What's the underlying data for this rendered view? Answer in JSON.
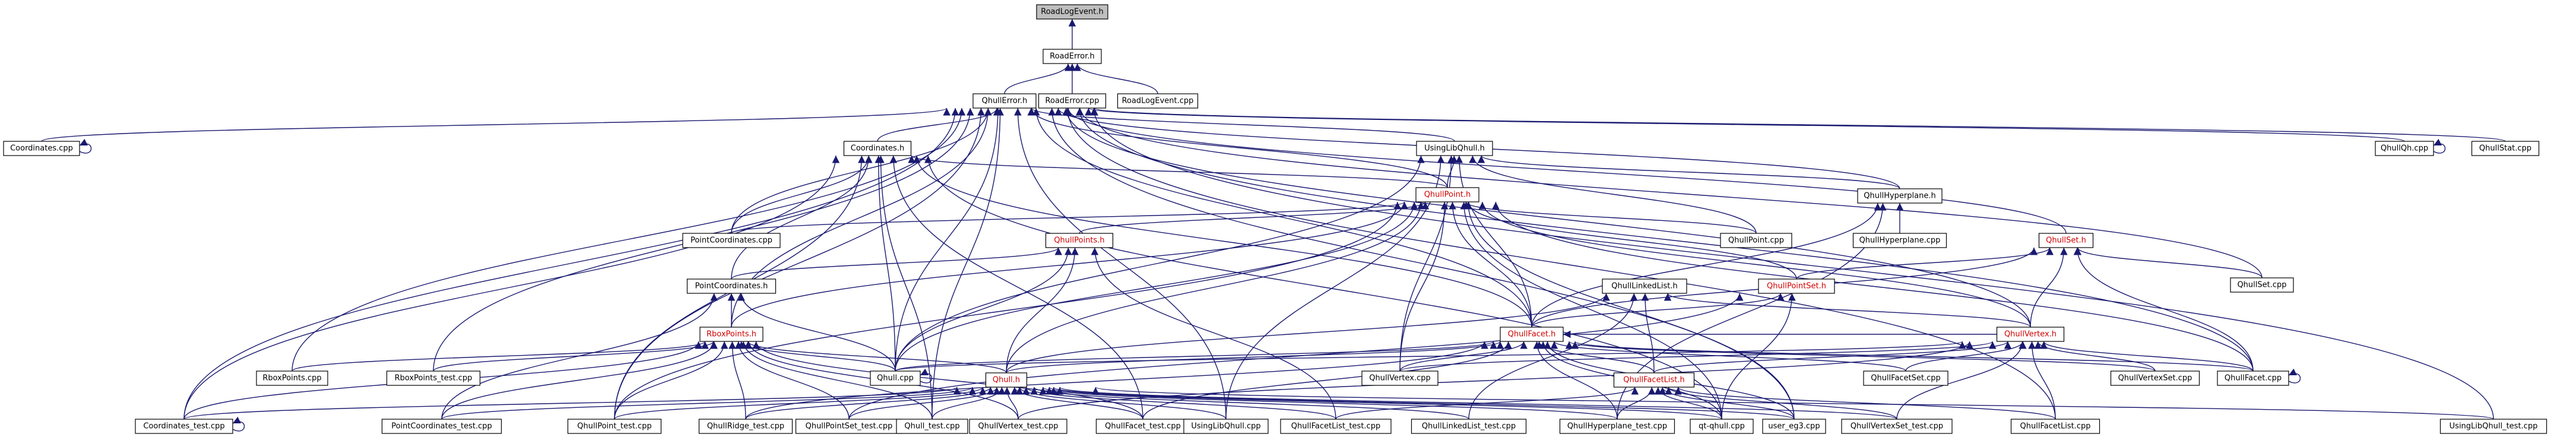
{
  "nodes": [
    {
      "id": "RoadLogEvent.h",
      "label": "RoadLogEvent.h",
      "kind": "root"
    },
    {
      "id": "RoadError.h",
      "label": "RoadError.h",
      "kind": "normal"
    },
    {
      "id": "QhullError.h",
      "label": "QhullError.h",
      "kind": "normal"
    },
    {
      "id": "RoadError.cpp",
      "label": "RoadError.cpp",
      "kind": "normal"
    },
    {
      "id": "RoadLogEvent.cpp",
      "label": "RoadLogEvent.cpp",
      "kind": "normal"
    },
    {
      "id": "Coordinates.cpp",
      "label": "Coordinates.cpp",
      "kind": "normal"
    },
    {
      "id": "Coordinates.h",
      "label": "Coordinates.h",
      "kind": "normal"
    },
    {
      "id": "UsingLibQhull.h",
      "label": "UsingLibQhull.h",
      "kind": "normal"
    },
    {
      "id": "QhullQh.cpp",
      "label": "QhullQh.cpp",
      "kind": "normal"
    },
    {
      "id": "QhullStat.cpp",
      "label": "QhullStat.cpp",
      "kind": "normal"
    },
    {
      "id": "QhullPoint.h",
      "label": "QhullPoint.h",
      "kind": "red"
    },
    {
      "id": "QhullHyperplane.h",
      "label": "QhullHyperplane.h",
      "kind": "normal"
    },
    {
      "id": "PointCoordinates.cpp",
      "label": "PointCoordinates.cpp",
      "kind": "normal"
    },
    {
      "id": "QhullPoints.h",
      "label": "QhullPoints.h",
      "kind": "red"
    },
    {
      "id": "QhullPoint.cpp",
      "label": "QhullPoint.cpp",
      "kind": "normal"
    },
    {
      "id": "QhullHyperplane.cpp",
      "label": "QhullHyperplane.cpp",
      "kind": "normal"
    },
    {
      "id": "QhullSet.h",
      "label": "QhullSet.h",
      "kind": "red"
    },
    {
      "id": "QhullSet.cpp",
      "label": "QhullSet.cpp",
      "kind": "normal"
    },
    {
      "id": "PointCoordinates.h",
      "label": "PointCoordinates.h",
      "kind": "normal"
    },
    {
      "id": "QhullLinkedList.h",
      "label": "QhullLinkedList.h",
      "kind": "normal"
    },
    {
      "id": "QhullPointSet.h",
      "label": "QhullPointSet.h",
      "kind": "red"
    },
    {
      "id": "RboxPoints.h",
      "label": "RboxPoints.h",
      "kind": "red"
    },
    {
      "id": "QhullFacet.h",
      "label": "QhullFacet.h",
      "kind": "red"
    },
    {
      "id": "QhullVertex.h",
      "label": "QhullVertex.h",
      "kind": "red"
    },
    {
      "id": "RboxPoints.cpp",
      "label": "RboxPoints.cpp",
      "kind": "normal"
    },
    {
      "id": "RboxPoints_test.cpp",
      "label": "RboxPoints_test.cpp",
      "kind": "normal"
    },
    {
      "id": "Qhull.cpp",
      "label": "Qhull.cpp",
      "kind": "normal"
    },
    {
      "id": "QhullVertex.cpp",
      "label": "QhullVertex.cpp",
      "kind": "normal"
    },
    {
      "id": "QhullFacetSet.cpp",
      "label": "QhullFacetSet.cpp",
      "kind": "normal"
    },
    {
      "id": "QhullVertexSet.cpp",
      "label": "QhullVertexSet.cpp",
      "kind": "normal"
    },
    {
      "id": "QhullFacet.cpp",
      "label": "QhullFacet.cpp",
      "kind": "normal"
    },
    {
      "id": "Qhull.h",
      "label": "Qhull.h",
      "kind": "red"
    },
    {
      "id": "QhullFacetList.h",
      "label": "QhullFacetList.h",
      "kind": "red"
    },
    {
      "id": "Coordinates_test.cpp",
      "label": "Coordinates_test.cpp",
      "kind": "normal"
    },
    {
      "id": "PointCoordinates_test.cpp",
      "label": "PointCoordinates_test.cpp",
      "kind": "normal"
    },
    {
      "id": "QhullPoint_test.cpp",
      "label": "QhullPoint_test.cpp",
      "kind": "normal"
    },
    {
      "id": "QhullRidge_test.cpp",
      "label": "QhullRidge_test.cpp",
      "kind": "normal"
    },
    {
      "id": "QhullPointSet_test.cpp",
      "label": "QhullPointSet_test.cpp",
      "kind": "normal"
    },
    {
      "id": "Qhull_test.cpp",
      "label": "Qhull_test.cpp",
      "kind": "normal"
    },
    {
      "id": "QhullVertex_test.cpp",
      "label": "QhullVertex_test.cpp",
      "kind": "normal"
    },
    {
      "id": "QhullFacet_test.cpp",
      "label": "QhullFacet_test.cpp",
      "kind": "normal"
    },
    {
      "id": "UsingLibQhull.cpp",
      "label": "UsingLibQhull.cpp",
      "kind": "normal"
    },
    {
      "id": "QhullFacetList_test.cpp",
      "label": "QhullFacetList_test.cpp",
      "kind": "normal"
    },
    {
      "id": "QhullLinkedList_test.cpp",
      "label": "QhullLinkedList_test.cpp",
      "kind": "normal"
    },
    {
      "id": "QhullHyperplane_test.cpp",
      "label": "QhullHyperplane_test.cpp",
      "kind": "normal"
    },
    {
      "id": "qt-qhull.cpp",
      "label": "qt-qhull.cpp",
      "kind": "normal"
    },
    {
      "id": "user_eg3.cpp",
      "label": "user_eg3.cpp",
      "kind": "normal"
    },
    {
      "id": "QhullVertexSet_test.cpp",
      "label": "QhullVertexSet_test.cpp",
      "kind": "normal"
    },
    {
      "id": "QhullFacetList.cpp",
      "label": "QhullFacetList.cpp",
      "kind": "normal"
    },
    {
      "id": "UsingLibQhull_test.cpp",
      "label": "UsingLibQhull_test.cpp",
      "kind": "normal"
    }
  ],
  "edges": [
    [
      "RoadLogEvent.h",
      "RoadError.h"
    ],
    [
      "RoadError.h",
      "QhullError.h"
    ],
    [
      "RoadError.h",
      "RoadError.cpp"
    ],
    [
      "RoadError.h",
      "RoadLogEvent.cpp"
    ],
    [
      "QhullError.h",
      "Coordinates.cpp"
    ],
    [
      "QhullError.h",
      "Coordinates.h"
    ],
    [
      "QhullError.h",
      "UsingLibQhull.h"
    ],
    [
      "QhullError.h",
      "QhullQh.cpp"
    ],
    [
      "QhullError.h",
      "QhullStat.cpp"
    ],
    [
      "QhullError.h",
      "QhullPoint.h"
    ],
    [
      "QhullError.h",
      "QhullHyperplane.h"
    ],
    [
      "QhullError.h",
      "PointCoordinates.cpp"
    ],
    [
      "QhullError.h",
      "QhullSet.h"
    ],
    [
      "QhullError.h",
      "QhullSet.cpp"
    ],
    [
      "QhullError.h",
      "RboxPoints.h"
    ],
    [
      "QhullError.h",
      "RboxPoints.cpp"
    ],
    [
      "QhullError.h",
      "RboxPoints_test.cpp"
    ],
    [
      "QhullError.h",
      "Qhull.cpp"
    ],
    [
      "QhullError.h",
      "QhullFacet.cpp"
    ],
    [
      "QhullError.h",
      "QhullFacet.h"
    ],
    [
      "QhullError.h",
      "QhullVertex.h"
    ],
    [
      "QhullError.h",
      "Coordinates_test.cpp"
    ],
    [
      "QhullError.h",
      "QhullPoint_test.cpp"
    ],
    [
      "QhullError.h",
      "Qhull_test.cpp"
    ],
    [
      "QhullError.h",
      "UsingLibQhull.cpp"
    ],
    [
      "QhullError.h",
      "QhullFacetList.cpp"
    ],
    [
      "QhullError.h",
      "UsingLibQhull_test.cpp"
    ],
    [
      "QhullError.h",
      "user_eg3.cpp"
    ],
    [
      "Coordinates.cpp",
      "Coordinates.cpp"
    ],
    [
      "QhullQh.cpp",
      "QhullQh.cpp"
    ],
    [
      "Coordinates.h",
      "PointCoordinates.h"
    ],
    [
      "Coordinates.h",
      "PointCoordinates.cpp"
    ],
    [
      "Coordinates.h",
      "QhullPoint.h"
    ],
    [
      "Coordinates.h",
      "QhullFacet.h"
    ],
    [
      "Coordinates.h",
      "Qhull.cpp"
    ],
    [
      "Coordinates.h",
      "Coordinates_test.cpp"
    ],
    [
      "Coordinates.h",
      "QhullPoint_test.cpp"
    ],
    [
      "Coordinates.h",
      "QhullFacet_test.cpp"
    ],
    [
      "Coordinates.h",
      "Qhull_test.cpp"
    ],
    [
      "Coordinates.h",
      "qt-qhull.cpp"
    ],
    [
      "UsingLibQhull.h",
      "QhullPoint.h"
    ],
    [
      "UsingLibQhull.h",
      "QhullHyperplane.h"
    ],
    [
      "UsingLibQhull.h",
      "QhullVertex.cpp"
    ],
    [
      "UsingLibQhull.h",
      "Qhull.cpp"
    ],
    [
      "UsingLibQhull.h",
      "QhullPoint.cpp"
    ],
    [
      "UsingLibQhull.h",
      "UsingLibQhull.cpp"
    ],
    [
      "UsingLibQhull.h",
      "QhullFacet.h"
    ],
    [
      "QhullPoint.h",
      "PointCoordinates.cpp"
    ],
    [
      "QhullPoint.h",
      "QhullPoints.h"
    ],
    [
      "QhullPoint.h",
      "QhullPoint.cpp"
    ],
    [
      "QhullPoint.h",
      "QhullPointSet.h"
    ],
    [
      "QhullPoint.h",
      "QhullFacet.h"
    ],
    [
      "QhullPoint.h",
      "QhullVertex.h"
    ],
    [
      "QhullPoint.h",
      "RboxPoints.h"
    ],
    [
      "QhullPoint.h",
      "QhullVertex.cpp"
    ],
    [
      "QhullPoint.h",
      "Qhull.cpp"
    ],
    [
      "QhullPoint.h",
      "Qhull.h"
    ],
    [
      "QhullPoint.h",
      "QhullFacet.cpp"
    ],
    [
      "QhullPoint.h",
      "QhullPoint_test.cpp"
    ],
    [
      "QhullPoint.h",
      "qt-qhull.cpp"
    ],
    [
      "QhullPoint.h",
      "user_eg3.cpp"
    ],
    [
      "QhullHyperplane.h",
      "QhullHyperplane.cpp"
    ],
    [
      "QhullHyperplane.h",
      "QhullFacet.h"
    ],
    [
      "QhullHyperplane.h",
      "QhullHyperplane_test.cpp"
    ],
    [
      "QhullPoints.h",
      "PointCoordinates.h"
    ],
    [
      "QhullPoints.h",
      "Qhull.cpp"
    ],
    [
      "QhullPoints.h",
      "Qhull.h"
    ],
    [
      "QhullPoints.h",
      "QhullFacetList_test.cpp"
    ],
    [
      "QhullSet.h",
      "QhullPointSet.h"
    ],
    [
      "QhullSet.h",
      "QhullSet.cpp"
    ],
    [
      "QhullSet.h",
      "QhullFacet.h"
    ],
    [
      "QhullSet.h",
      "QhullVertex.h"
    ],
    [
      "QhullSet.h",
      "QhullFacet.cpp"
    ],
    [
      "PointCoordinates.h",
      "RboxPoints.h"
    ],
    [
      "PointCoordinates.h",
      "Qhull.cpp"
    ],
    [
      "PointCoordinates.h",
      "PointCoordinates_test.cpp"
    ],
    [
      "QhullLinkedList.h",
      "QhullFacetList.h"
    ],
    [
      "QhullLinkedList.h",
      "QhullVertex.h"
    ],
    [
      "QhullLinkedList.h",
      "Qhull.h"
    ],
    [
      "QhullLinkedList.h",
      "QhullLinkedList_test.cpp"
    ],
    [
      "QhullPointSet.h",
      "QhullFacet.h"
    ],
    [
      "QhullPointSet.h",
      "qt-qhull.cpp"
    ],
    [
      "QhullPointSet.h",
      "QhullPointSet_test.cpp"
    ],
    [
      "RboxPoints.h",
      "RboxPoints.cpp"
    ],
    [
      "RboxPoints.h",
      "RboxPoints_test.cpp"
    ],
    [
      "RboxPoints.h",
      "Qhull.cpp"
    ],
    [
      "RboxPoints.h",
      "Qhull.h"
    ],
    [
      "RboxPoints.h",
      "Coordinates_test.cpp"
    ],
    [
      "RboxPoints.h",
      "PointCoordinates_test.cpp"
    ],
    [
      "RboxPoints.h",
      "QhullPoint_test.cpp"
    ],
    [
      "RboxPoints.h",
      "QhullRidge_test.cpp"
    ],
    [
      "RboxPoints.h",
      "QhullPointSet_test.cpp"
    ],
    [
      "RboxPoints.h",
      "Qhull_test.cpp"
    ],
    [
      "RboxPoints.h",
      "QhullVertex_test.cpp"
    ],
    [
      "RboxPoints.h",
      "QhullFacet_test.cpp"
    ],
    [
      "QhullFacet.h",
      "Qhull.cpp"
    ],
    [
      "QhullFacet.h",
      "QhullVertex.cpp"
    ],
    [
      "QhullFacet.h",
      "QhullFacetSet.cpp"
    ],
    [
      "QhullFacet.h",
      "QhullVertexSet.cpp"
    ],
    [
      "QhullFacet.h",
      "QhullFacet.cpp"
    ],
    [
      "QhullFacet.h",
      "Qhull.h"
    ],
    [
      "QhullFacet.h",
      "QhullFacetList.h"
    ],
    [
      "QhullFacet.h",
      "QhullVertex.h"
    ],
    [
      "QhullFacet.h",
      "QhullRidge_test.cpp"
    ],
    [
      "QhullFacet.h",
      "QhullFacet_test.cpp"
    ],
    [
      "QhullFacet.h",
      "QhullHyperplane_test.cpp"
    ],
    [
      "QhullFacet.h",
      "qt-qhull.cpp"
    ],
    [
      "QhullFacet.h",
      "user_eg3.cpp"
    ],
    [
      "QhullVertex.h",
      "Qhull.cpp"
    ],
    [
      "QhullVertex.h",
      "QhullVertex.cpp"
    ],
    [
      "QhullVertex.h",
      "QhullFacetSet.cpp"
    ],
    [
      "QhullVertex.h",
      "QhullVertexSet.cpp"
    ],
    [
      "QhullVertex.h",
      "QhullFacet.cpp"
    ],
    [
      "QhullVertex.h",
      "QhullFacetList.h"
    ],
    [
      "QhullVertex.h",
      "QhullVertex_test.cpp"
    ],
    [
      "QhullVertex.h",
      "QhullVertexSet_test.cpp"
    ],
    [
      "QhullVertex.h",
      "QhullFacetList.cpp"
    ],
    [
      "Qhull.cpp",
      "Qhull.cpp"
    ],
    [
      "QhullFacet.cpp",
      "QhullFacet.cpp"
    ],
    [
      "Qhull.h",
      "Coordinates_test.cpp"
    ],
    [
      "Qhull.h",
      "PointCoordinates_test.cpp"
    ],
    [
      "Qhull.h",
      "QhullPoint_test.cpp"
    ],
    [
      "Qhull.h",
      "QhullRidge_test.cpp"
    ],
    [
      "Qhull.h",
      "QhullPointSet_test.cpp"
    ],
    [
      "Qhull.h",
      "Qhull_test.cpp"
    ],
    [
      "Qhull.h",
      "QhullVertex_test.cpp"
    ],
    [
      "Qhull.h",
      "QhullFacet_test.cpp"
    ],
    [
      "Qhull.h",
      "UsingLibQhull.cpp"
    ],
    [
      "Qhull.h",
      "QhullFacetList_test.cpp"
    ],
    [
      "Qhull.h",
      "QhullLinkedList_test.cpp"
    ],
    [
      "Qhull.h",
      "QhullHyperplane_test.cpp"
    ],
    [
      "Qhull.h",
      "qt-qhull.cpp"
    ],
    [
      "Qhull.h",
      "user_eg3.cpp"
    ],
    [
      "Qhull.h",
      "QhullVertexSet_test.cpp"
    ],
    [
      "Qhull.h",
      "UsingLibQhull_test.cpp"
    ],
    [
      "QhullFacetList.h",
      "QhullFacetList_test.cpp"
    ],
    [
      "QhullFacetList.h",
      "QhullHyperplane_test.cpp"
    ],
    [
      "QhullFacetList.h",
      "qt-qhull.cpp"
    ],
    [
      "QhullFacetList.h",
      "user_eg3.cpp"
    ],
    [
      "QhullFacetList.h",
      "QhullVertexSet_test.cpp"
    ],
    [
      "QhullFacetList.h",
      "QhullFacetList.cpp"
    ],
    [
      "Coordinates_test.cpp",
      "Coordinates_test.cpp"
    ]
  ]
}
